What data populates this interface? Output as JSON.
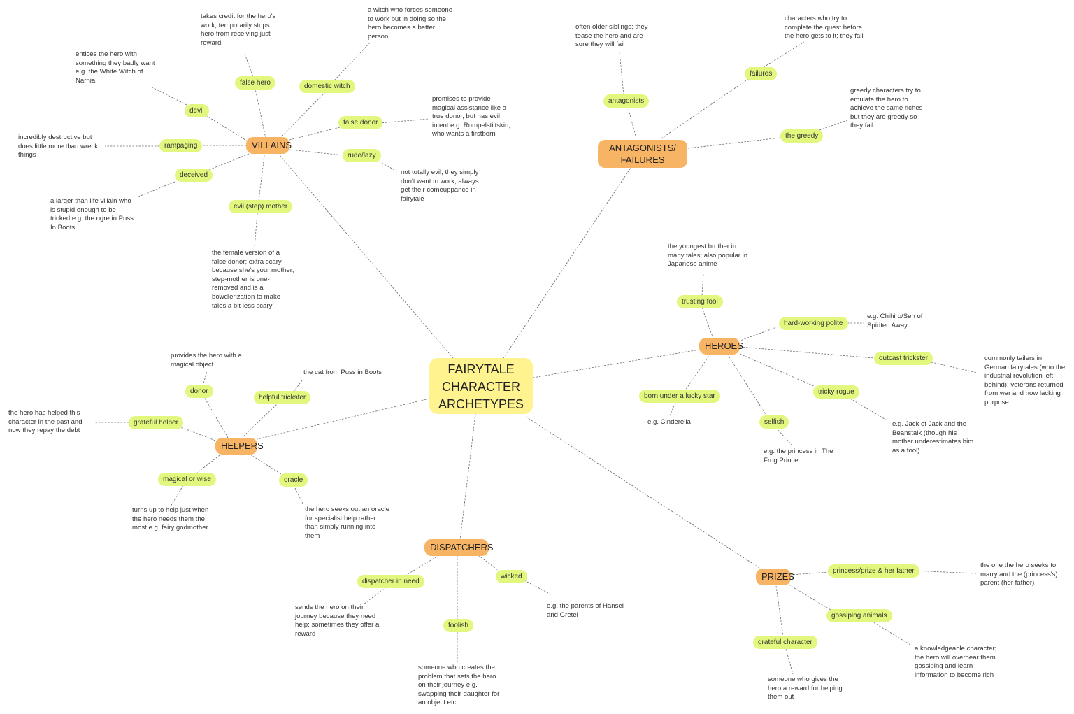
{
  "root": "FAIRYTALE CHARACTER ARCHETYPES",
  "categories": {
    "villains": "VILLAINS",
    "antagonists": "ANTAGONISTS/ FAILURES",
    "heroes": "HEROES",
    "helpers": "HELPERS",
    "dispatchers": "DISPATCHERS",
    "prizes": "PRIZES"
  },
  "villains": {
    "false_hero": "false hero",
    "false_hero_note": "takes credit for the hero's work; temporarily stops hero from receiving just reward",
    "domestic_witch": "domestic witch",
    "domestic_witch_note": "a witch who forces someone to work but in doing so the hero becomes a better person",
    "devil": "devil",
    "devil_note": "entices the hero with something they badly want e.g. the White Witch of Narnia",
    "false_donor": "false donor",
    "false_donor_note": "promises to provide magical assistance like a true donor, but has evil intent e.g. Rumpelstiltskin, who wants a firstborn",
    "rampaging": "rampaging",
    "rampaging_note": "incredibly destructive but does little more than wreck things",
    "rude_lazy": "rude/lazy",
    "rude_lazy_note": "not totally evil; they simply don't want to work; always get their comeuppance in fairytale",
    "deceived": "deceived",
    "deceived_note": "a larger than life villain who is stupid enough to be tricked e.g. the ogre in Puss In Boots",
    "evil_mother": "evil (step) mother",
    "evil_mother_note": "the female version of a false donor; extra scary because she's your mother; step-mother is one-removed and is a bowdlerization to make tales a bit less scary"
  },
  "antagonists": {
    "antagonists": "antagonists",
    "antagonists_note": "often older siblings; they tease the hero and are sure they will fail",
    "failures": "failures",
    "failures_note": "characters who try to complete the quest before the hero gets to it; they fail",
    "greedy": "the greedy",
    "greedy_note": "greedy characters try to emulate the hero to achieve the same riches but they are greedy so they fail"
  },
  "heroes": {
    "trusting_fool": "trusting fool",
    "trusting_fool_note": "the youngest brother in many tales; also popular in Japanese anime",
    "hardworking": "hard-working polite",
    "hardworking_note": "e.g. Chihiro/Sen of Spirited Away",
    "outcast": "outcast trickster",
    "outcast_note": "commonly tailers in German fairytales (who the industrial revolution left behind); veterans returned from war and now lacking purpose",
    "lucky_star": "born under a lucky star",
    "lucky_star_note": "e.g. Cinderella",
    "tricky_rogue": "tricky rogue",
    "tricky_rogue_note": "e.g. Jack of Jack and the Beanstalk (though his mother underestimates him as a fool)",
    "selfish": "selfish",
    "selfish_note": "e.g. the princess in The Frog Prince"
  },
  "helpers": {
    "donor": "donor",
    "donor_note": "provides the hero with a magical object",
    "helpful_trickster": "helpful trickster",
    "helpful_trickster_note": "the cat from Puss in Boots",
    "grateful_helper": "grateful helper",
    "grateful_helper_note": "the hero has helped this character in the past and now they repay the debt",
    "magical": "magical or wise",
    "magical_note": "turns up to help just when the hero needs them the most e.g. fairy godmother",
    "oracle": "oracle",
    "oracle_note": "the hero seeks out an oracle for specialist help rather than simply running into them"
  },
  "dispatchers": {
    "in_need": "dispatcher in need",
    "in_need_note": "sends the hero on their journey because they need help; sometimes they offer a reward",
    "wicked": "wicked",
    "wicked_note": "e.g. the parents of Hansel and Gretel",
    "foolish": "foolish",
    "foolish_note": "someone who creates the problem that sets the hero on their journey e.g. swapping their daughter for an object etc."
  },
  "prizes": {
    "princess": "princess/prize & her father",
    "princess_note": "the one the hero seeks to marry and the (princess's) parent (her father)",
    "gossiping": "gossiping animals",
    "gossiping_note": "a knowledgeable character; the hero will overhear them gossiping and learn information to become rich",
    "grateful_char": "grateful character",
    "grateful_char_note": "someone who gives the hero a reward for helping them out"
  }
}
